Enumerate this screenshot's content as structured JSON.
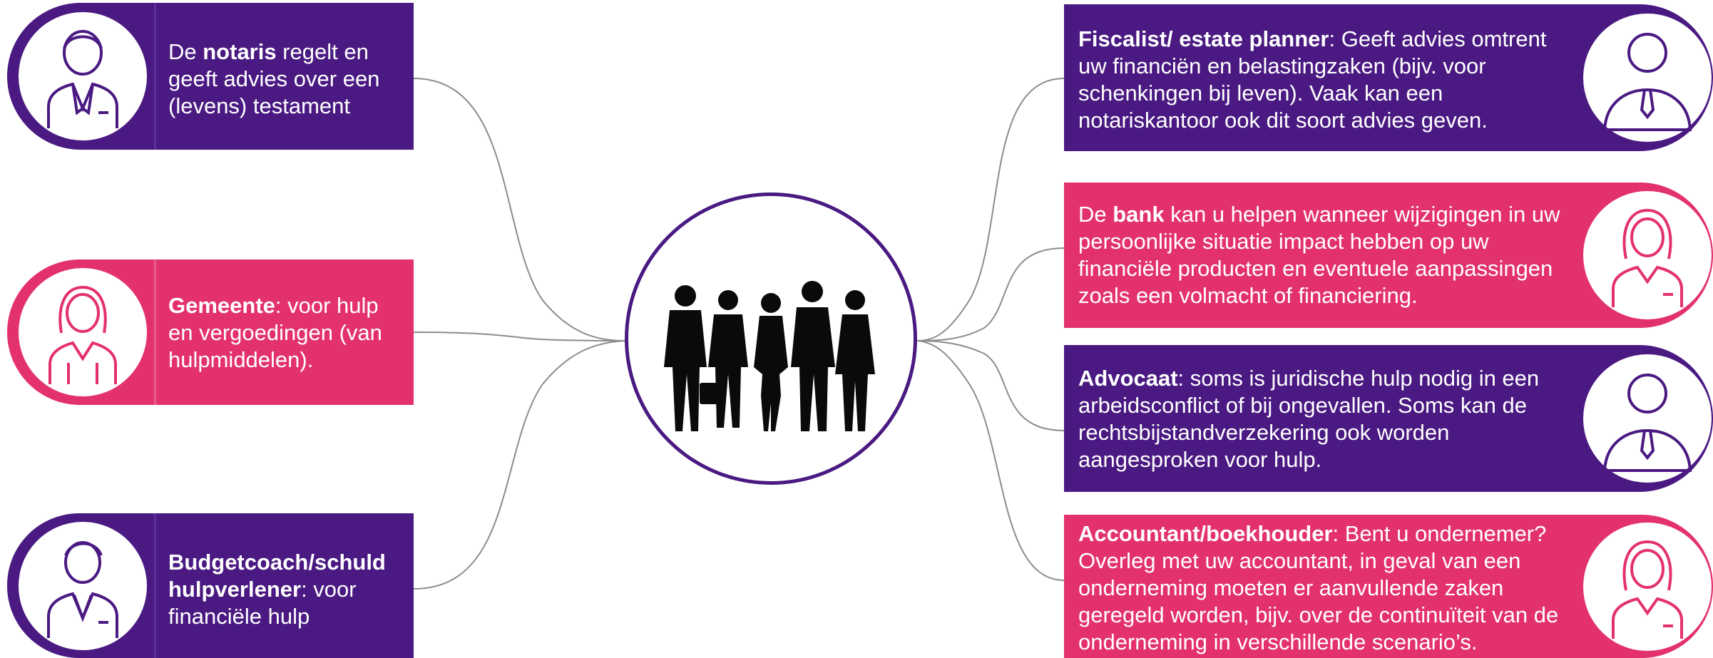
{
  "colors": {
    "purple": "#4a1a82",
    "pink": "#e3316f",
    "line": "#8c8c8c"
  },
  "center": {
    "icon": "business-people-silhouette-icon"
  },
  "left_cards": [
    {
      "color": "purple",
      "icon": "male-advisor-icon",
      "bold": "notaris",
      "pre": "De ",
      "post": " regelt en geeft advies over een (levens) testament"
    },
    {
      "color": "pink",
      "icon": "female-advisor-icon",
      "bold": "Gemeente",
      "pre": "",
      "post": ": voor hulp en vergoedingen (van hulpmiddelen)."
    },
    {
      "color": "purple",
      "icon": "male-advisor-icon",
      "bold": "Budgetcoach/schuld hulpverlener",
      "pre": "",
      "post": ": voor financiële hulp"
    }
  ],
  "right_cards": [
    {
      "color": "purple",
      "icon": "male-tie-icon",
      "bold": "Fiscalist/ estate planner",
      "pre": "",
      "post": ": Geeft advies omtrent uw financiën en belastingzaken (bijv. voor schenkingen bij leven). Vaak kan een notariskantoor ook dit soort advies geven."
    },
    {
      "color": "pink",
      "icon": "female-advisor-icon",
      "bold": "bank",
      "pre": "De ",
      "post": " kan u helpen wanneer wijzigingen in uw persoonlijke situatie impact hebben op uw financiële producten en eventuele aanpassingen zoals een volmacht of financiering."
    },
    {
      "color": "purple",
      "icon": "male-tie-icon",
      "bold": "Advocaat",
      "pre": "",
      "post": ": soms is juridische hulp nodig in een arbeidsconflict of bij ongevallen. Soms kan de rechtsbijstandverzekering ook worden aangesproken voor hulp."
    },
    {
      "color": "pink",
      "icon": "female-advisor-icon",
      "bold": "Accountant/boekhouder",
      "pre": "",
      "post": ": Bent u ondernemer? Overleg met uw accountant, in geval van een onderneming moeten er aanvullende zaken geregeld worden, bijv. over de continuïteit van de onderneming in verschillende scenario’s."
    }
  ]
}
